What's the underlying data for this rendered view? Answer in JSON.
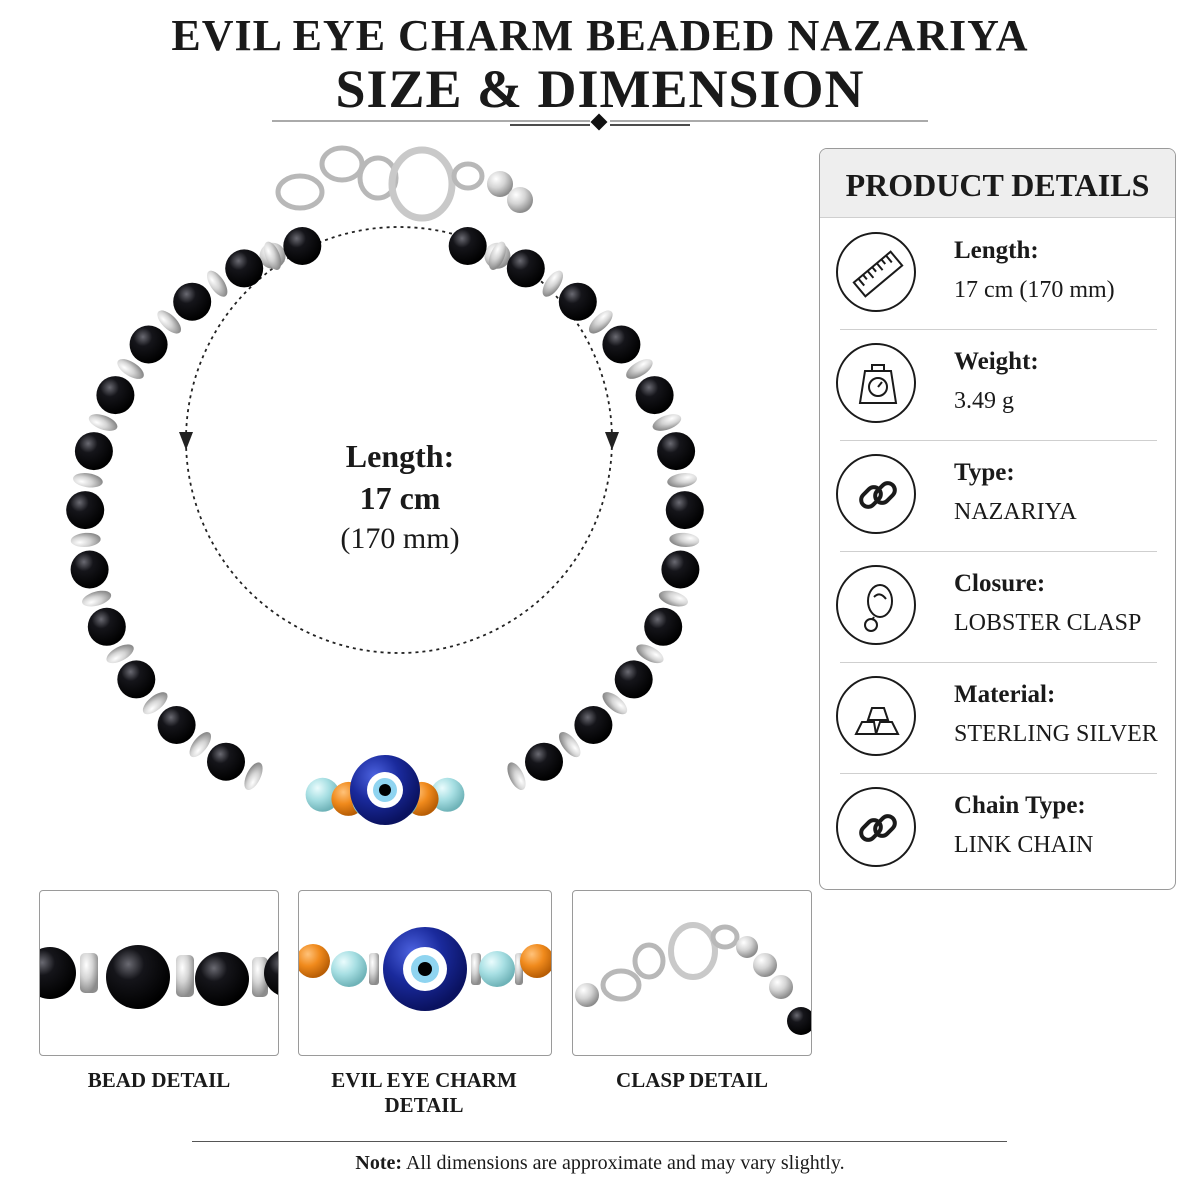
{
  "header": {
    "title_line1": "EVIL EYE CHARM BEADED NAZARIYA",
    "title_line2": "SIZE & DIMENSION"
  },
  "dimension_callout": {
    "label": "Length:",
    "value": "17 cm",
    "alt_value": "(170 mm)"
  },
  "product_details": {
    "heading": "PRODUCT DETAILS",
    "items": [
      {
        "label": "Length:",
        "value": "17 cm (170 mm)",
        "icon": "ruler-icon"
      },
      {
        "label": "Weight:",
        "value": "3.49 g",
        "icon": "scale-icon"
      },
      {
        "label": "Type:",
        "value": "NAZARIYA",
        "icon": "chain-link-icon"
      },
      {
        "label": "Closure:",
        "value": "LOBSTER CLASP",
        "icon": "lobster-clasp-icon"
      },
      {
        "label": "Material:",
        "value": "STERLING SILVER",
        "icon": "silver-bars-icon"
      },
      {
        "label": "Chain Type:",
        "value": "LINK CHAIN",
        "icon": "chain-link-icon"
      }
    ]
  },
  "detail_views": [
    {
      "caption": "BEAD DETAIL"
    },
    {
      "caption": "EVIL EYE CHARM DETAIL"
    },
    {
      "caption": "CLASP DETAIL"
    }
  ],
  "footer": {
    "note_label": "Note:",
    "note_text": " All dimensions are approximate and may vary slightly."
  },
  "colors": {
    "black_bead": "#0b0b0f",
    "silver": "#d9d9d9",
    "orange_bead": "#f08a1c",
    "aqua_bead": "#a7dfe3",
    "evil_eye_blue": "#1a2a9c"
  }
}
